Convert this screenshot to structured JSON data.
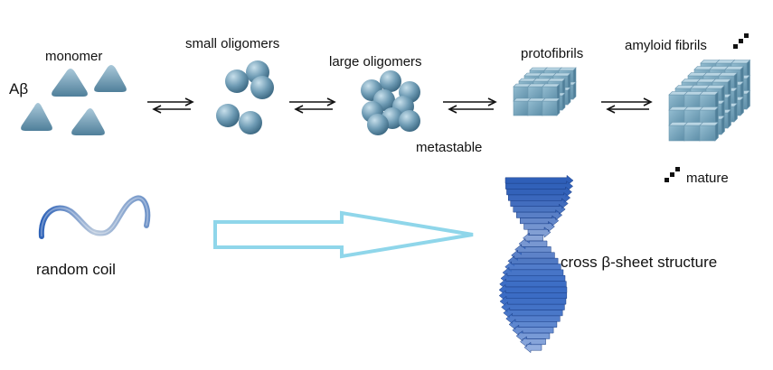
{
  "labels": {
    "abeta": "Aβ",
    "monomer": "monomer",
    "small_oligomers": "small oligomers",
    "large_oligomers": "large oligomers",
    "protofibrils": "protofibrils",
    "amyloid_fibrils": "amyloid fibrils",
    "metastable": "metastable",
    "mature": "mature",
    "random_coil": "random coil",
    "cross_beta": "cross β-sheet structure"
  },
  "stages": [
    "monomer",
    "small oligomers",
    "large oligomers",
    "protofibrils",
    "amyloid fibrils"
  ],
  "colors": {
    "particle": "#6e9bb4",
    "particle_dark": "#3f6e88",
    "particle_light": "#b7d3e2",
    "arrow_outline": "#8fd6ea",
    "coil": "#4d84c9",
    "sheet": "#2f5fb8",
    "marker": "#111111"
  }
}
